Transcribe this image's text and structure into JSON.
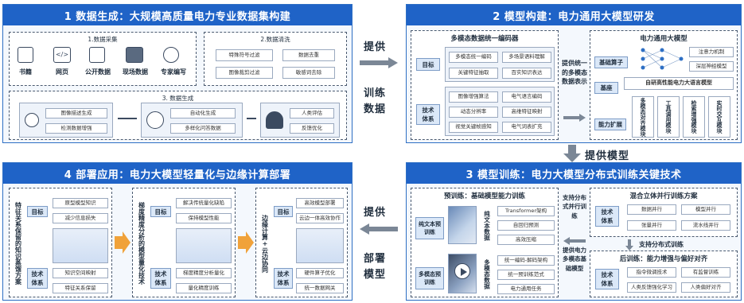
{
  "panel1": {
    "title": "1 数据生成：大规模高质量电力专业数据集构建",
    "collect": {
      "title": "1.数据采集",
      "items": [
        "书籍",
        "网页",
        "公开数据",
        "现场数据",
        "专家编写"
      ]
    },
    "clean": {
      "title": "2.数据清洗",
      "items": [
        "特殊符号过滤",
        "数据去重",
        "图像裁剪过滤",
        "敏感词去除"
      ]
    },
    "gen": {
      "title": "3. 数据生成",
      "left": [
        "图像描述生成",
        "检测数据增强"
      ],
      "mid": [
        "自动化生成",
        "多样化问答数据"
      ],
      "right": [
        "人类评估",
        "反馈优化"
      ]
    }
  },
  "arrow_top": {
    "line1": "提供",
    "line2": "训练",
    "line3": "数据"
  },
  "panel2": {
    "title": "2 模型构建：电力通用大模型研发",
    "encoder": {
      "title": "多模态数据统一编码器",
      "goal_label": "目标",
      "goal_items": [
        "多模态统一编码",
        "多场景语料理解",
        "关键特征抽取",
        "百实知识表达"
      ],
      "tech_label": "技术\n体系",
      "tech_items": [
        "图像增强算法",
        "电气语言编码",
        "动态分辨率",
        "高维特征映射",
        "视觉关键帧感知",
        "电气词表扩充"
      ]
    },
    "middle_text": "提供统一的多模态数据表示",
    "model": {
      "title": "电力通用大模型",
      "base_op": "基础算子",
      "attn": "注意力机制",
      "deep": "深层神经模型",
      "base": "基座",
      "llm": "自研高性能电力大语言模型",
      "ability": "能力扩展",
      "modules": [
        "多模态对齐模块",
        "工具调用模块",
        "检索增强模块",
        "实时交互模块"
      ]
    }
  },
  "provide_model": "提供模型",
  "panel3": {
    "title": "3 模型训练：电力大模型分布式训练关键技术",
    "pretrain": {
      "title": "预训练：基础模型能力训练",
      "text_label": "纯文本预训练",
      "text_stack": "纯文本数据",
      "text_items": [
        "Transformer架构",
        "自回归预测",
        "高效压缩"
      ],
      "mm_label": "多模态预训练",
      "mm_stack": "多模态数据",
      "mm_items": [
        "统一编码-解码架构",
        "统一预训练范式",
        "电力通用任务"
      ]
    },
    "support_parallel": "支持分布式并行训练",
    "provide_base": "提供电力多模态基础模型",
    "parallel": {
      "title": "混合立体并行训练方案",
      "tech_label": "技术\n体系",
      "items": [
        "数据并行",
        "模型并行",
        "张量并行",
        "流水线并行"
      ]
    },
    "support_dist": "支持分布式训练",
    "post": {
      "title": "后训练：能力增强与偏好对齐",
      "tech_label": "技术\n体系",
      "items": [
        "指令微调技术",
        "有监督训练",
        "人类反馈强化学习",
        "人类偏好对齐"
      ]
    }
  },
  "arrow_bottom": {
    "line1": "提供",
    "line2": "部署",
    "line3": "模型"
  },
  "panel4": {
    "title": "4 部署应用：电力大模型轻量化与边缘计算部署",
    "col1": {
      "vtitle": "特征关系保留的知识蒸馏方案",
      "goal_label": "目标",
      "goal_items": [
        "原型模型知识",
        "减少信息损失"
      ],
      "tech_label": "技术\n体系",
      "tech_items": [
        "知识空间映射",
        "特征关系保留"
      ]
    },
    "col2": {
      "vtitle": "梯度精度分析的模型量化技术",
      "goal_label": "目标",
      "goal_items": [
        "解决传统量化缺陷",
        "保持模型性能"
      ],
      "tech_label": "技术\n体系",
      "tech_items": [
        "梯度精度分析量化",
        "量化精度训练"
      ]
    },
    "col3": {
      "vtitle": "边缘计算+云边协同",
      "goal_label": "目标",
      "goal_items": [
        "高效模型部署",
        "云边一体高效协作"
      ],
      "tech_label": "技术\n体系",
      "tech_items": [
        "硬件算子优化",
        "统一数据网关"
      ]
    }
  },
  "colors": {
    "blue": "#1f63c7",
    "orange": "#f0a23a",
    "grey": "#7b8796"
  }
}
